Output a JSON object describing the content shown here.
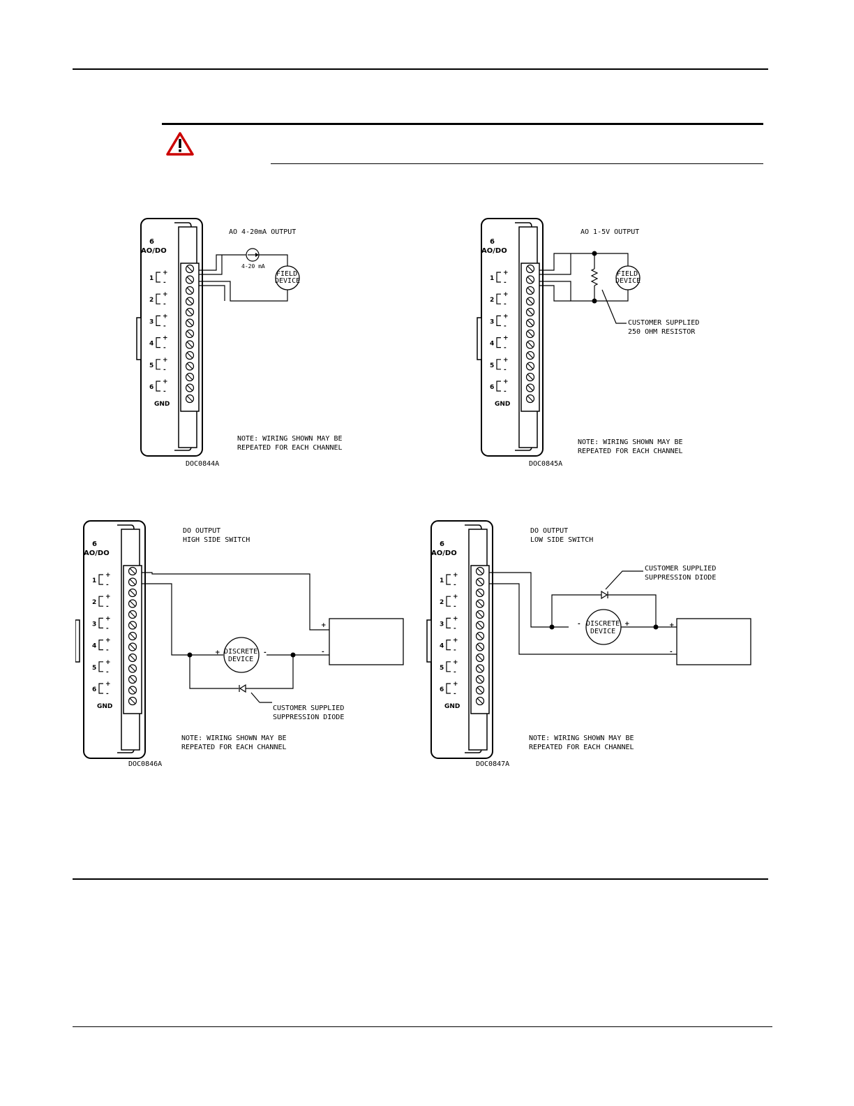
{
  "module": {
    "number": "6",
    "type": "AO/DO",
    "channels": [
      "1",
      "2",
      "3",
      "4",
      "5",
      "6"
    ],
    "gnd": "GND",
    "plus": "+",
    "minus": "-"
  },
  "diagrams": {
    "d1": {
      "title": "AO 4-20mA OUTPUT",
      "meter_label": "4-20 mA",
      "field_device": [
        "FIELD",
        "DEVICE"
      ],
      "note": [
        "NOTE: WIRING SHOWN MAY BE",
        "REPEATED FOR EACH CHANNEL"
      ],
      "code": "DOC0844A"
    },
    "d2": {
      "title": "AO 1-5V OUTPUT",
      "field_device": [
        "FIELD",
        "DEVICE"
      ],
      "resistor_callout": [
        "CUSTOMER SUPPLIED",
        "250 OHM RESISTOR"
      ],
      "note": [
        "NOTE: WIRING SHOWN MAY BE",
        "REPEATED FOR EACH CHANNEL"
      ],
      "code": "DOC0845A"
    },
    "d3": {
      "title": [
        "DO OUTPUT",
        "HIGH SIDE SWITCH"
      ],
      "discrete_device": [
        "DISCRETE",
        "DEVICE"
      ],
      "diode_callout": [
        "CUSTOMER SUPPLIED",
        "SUPPRESSION DIODE"
      ],
      "note": [
        "NOTE: WIRING SHOWN MAY BE",
        "REPEATED FOR EACH CHANNEL"
      ],
      "code": "DOC0846A"
    },
    "d4": {
      "title": [
        "DO OUTPUT",
        "LOW SIDE SWITCH"
      ],
      "discrete_device": [
        "DISCRETE",
        "DEVICE"
      ],
      "diode_callout": [
        "CUSTOMER SUPPLIED",
        "SUPPRESSION DIODE"
      ],
      "note": [
        "NOTE: WIRING SHOWN MAY BE",
        "REPEATED FOR EACH CHANNEL"
      ],
      "code": "DOC0847A"
    }
  },
  "colors": {
    "warning": "#cc0000",
    "ink": "#000000"
  },
  "icons": {
    "warning": "warning-triangle-icon"
  }
}
